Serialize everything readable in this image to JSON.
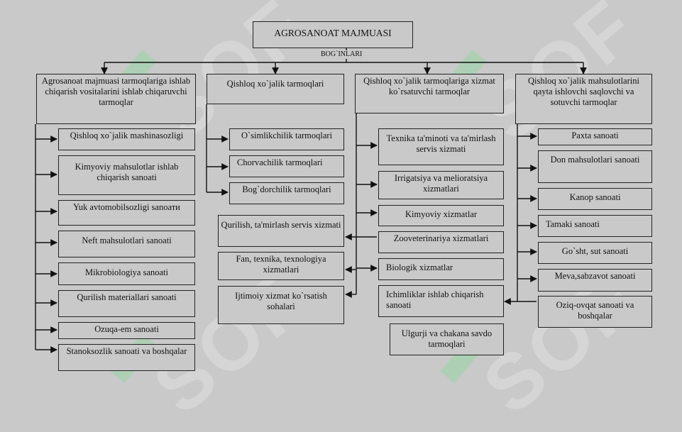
{
  "root": "AGROSANOAT MAJMUASI",
  "connector": "BOG`INLARI",
  "branches": [
    {
      "title": "Agrosanoat majmuasi tarmoqlariga ishlab chiqarish vositalarini ishlab chiqaruvchi tarmoqlar",
      "items": [
        "Qishloq xo`jalik mashinasozligi",
        "Kimyoviy mahsulotlar ishlab chiqarish sanoati",
        "Yuk avtomobilsozligi sanoати",
        "Neft mahsulotlari sanoati",
        "Mikrobiologiya sanoati",
        "Qurilish materiallari sanoati",
        "Ozuqa-em sanoati",
        "Stanoksozlik sanoati va boshqalar"
      ]
    },
    {
      "title": "Qishloq xo`jalik tarmoqlari",
      "items": [
        "O`simlikchilik tarmoqlari",
        "Chorvachilik tarmoqlari",
        "Bog`dorchilik tarmoqlari"
      ]
    },
    {
      "title": "Qishloq xo`jalik tarmoqlariga xizmat ko`rsatuvchi tarmoqlar",
      "items": [
        "Texnika ta'minoti va ta'mirlash servis xizmati",
        "Irrigatsiya va melioratsiya xizmatlari",
        "Kimyoviy xizmatlar",
        "Zooveterinariya xizmatlari",
        "Biologik xizmatlar",
        "Ichimliklar ishlab chiqarish sanoati",
        "Ulgurji va chakana savdo tarmoqlari"
      ]
    },
    {
      "title": "Qishloq xo`jalik mahsulotlarini qayta ishlovchi saqlovchi va sotuvchi tarmoqlar",
      "items": [
        "Paxta sanoati",
        "Don mahsulotlari sanoati",
        "Kanop sanoati",
        "Tamaki sanoati",
        "Go`sht, sut sanoati",
        "Meva,sabzavot sanoati",
        "Oziq-ovqat sanoati va boshqalar"
      ]
    }
  ],
  "middle_items": [
    "Qurilish, ta'mirlash servis xizmati",
    "Fan, texnika, texnologiya xizmatlari",
    "Ijtimoiy xizmat ko`rsatish sohalari"
  ],
  "watermark": "SOF"
}
